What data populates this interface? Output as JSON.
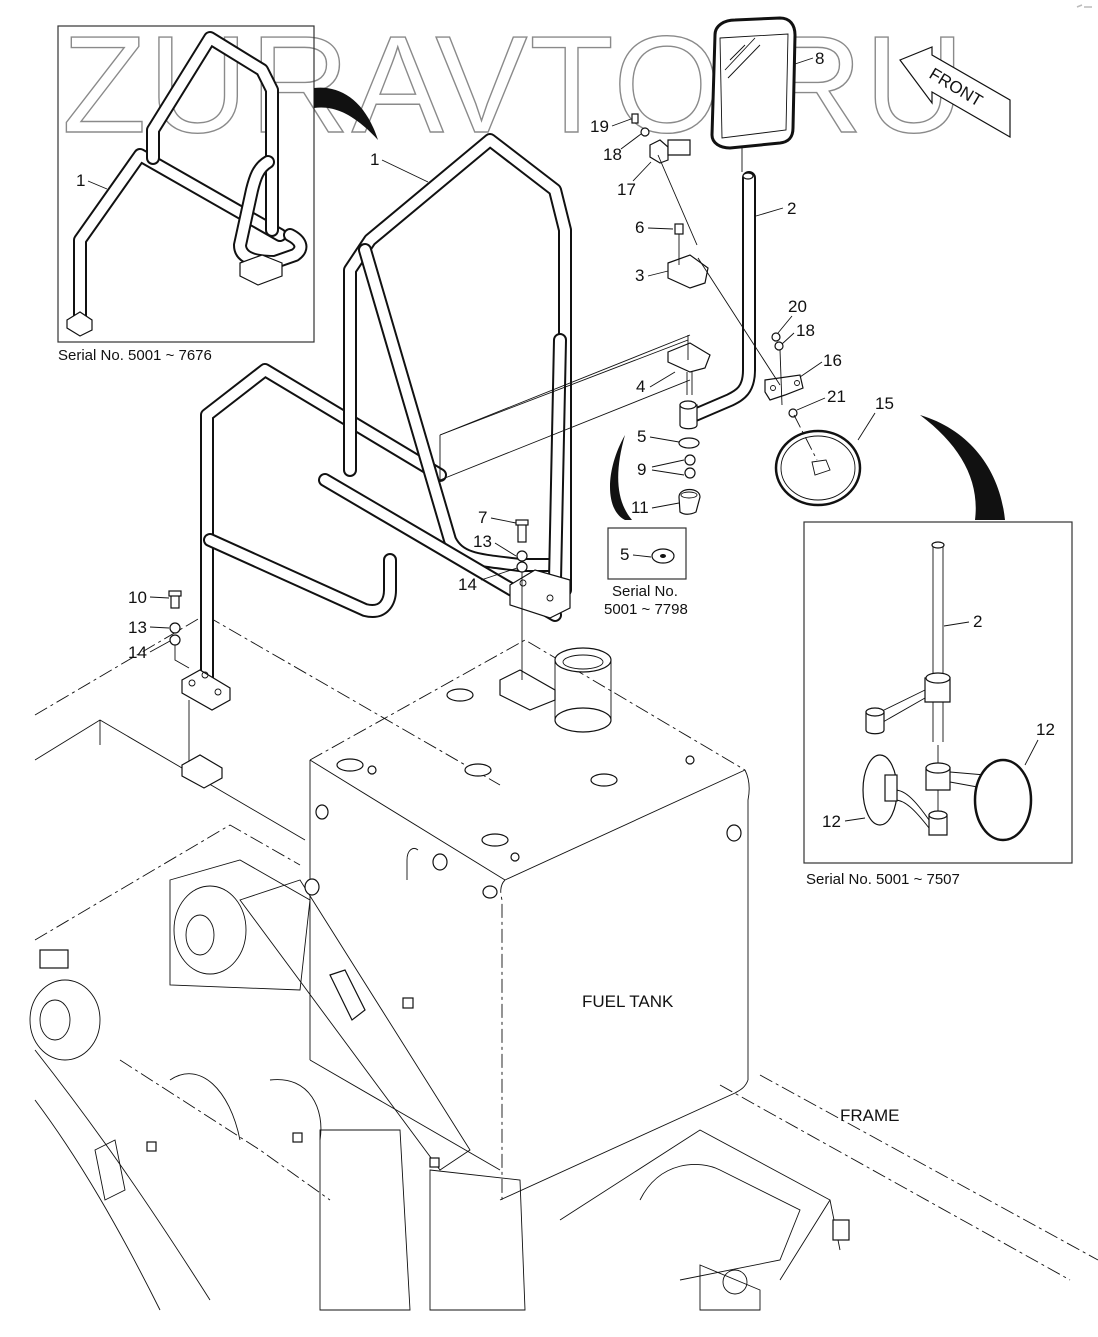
{
  "diagram": {
    "type": "exploded-parts-view",
    "watermark": "ZURAVTO.RU",
    "direction_tag": "FRONT",
    "area_labels": {
      "fuel_tank": "FUEL TANK",
      "frame": "FRAME"
    },
    "insets": [
      {
        "id": "handrail-early",
        "caption": "Serial No.  5001 ~ 7676",
        "callouts": [
          "1"
        ]
      },
      {
        "id": "washer-early",
        "caption_line1": "Serial No.",
        "caption_line2": "5001 ~ 7798",
        "callouts": [
          "5"
        ]
      },
      {
        "id": "mirror-stay-early",
        "caption": "Serial No.  5001 ~ 7507",
        "callouts": [
          "2",
          "12",
          "12"
        ]
      }
    ],
    "callouts": [
      {
        "id": "c1",
        "label": "1",
        "part": "handrail"
      },
      {
        "id": "c2",
        "label": "2",
        "part": "mirror stay"
      },
      {
        "id": "c3",
        "label": "3",
        "part": "clamp"
      },
      {
        "id": "c4",
        "label": "4",
        "part": "clamp base"
      },
      {
        "id": "c5",
        "label": "5",
        "part": "washer"
      },
      {
        "id": "c6",
        "label": "6",
        "part": "bolt"
      },
      {
        "id": "c7",
        "label": "7",
        "part": "bolt"
      },
      {
        "id": "c8",
        "label": "8",
        "part": "rear view mirror"
      },
      {
        "id": "c9",
        "label": "9",
        "part": "nut"
      },
      {
        "id": "c10",
        "label": "10",
        "part": "bolt"
      },
      {
        "id": "c11",
        "label": "11",
        "part": "cap"
      },
      {
        "id": "c13a",
        "label": "13",
        "part": "spring washer"
      },
      {
        "id": "c13b",
        "label": "13",
        "part": "spring washer"
      },
      {
        "id": "c14a",
        "label": "14",
        "part": "washer"
      },
      {
        "id": "c14b",
        "label": "14",
        "part": "washer"
      },
      {
        "id": "c15",
        "label": "15",
        "part": "round mirror"
      },
      {
        "id": "c16",
        "label": "16",
        "part": "bracket"
      },
      {
        "id": "c17",
        "label": "17",
        "part": "clamp"
      },
      {
        "id": "c18a",
        "label": "18",
        "part": "washer"
      },
      {
        "id": "c18b",
        "label": "18",
        "part": "washer"
      },
      {
        "id": "c19",
        "label": "19",
        "part": "bolt"
      },
      {
        "id": "c20",
        "label": "20",
        "part": "nut"
      },
      {
        "id": "c21",
        "label": "21",
        "part": "washer"
      }
    ]
  }
}
